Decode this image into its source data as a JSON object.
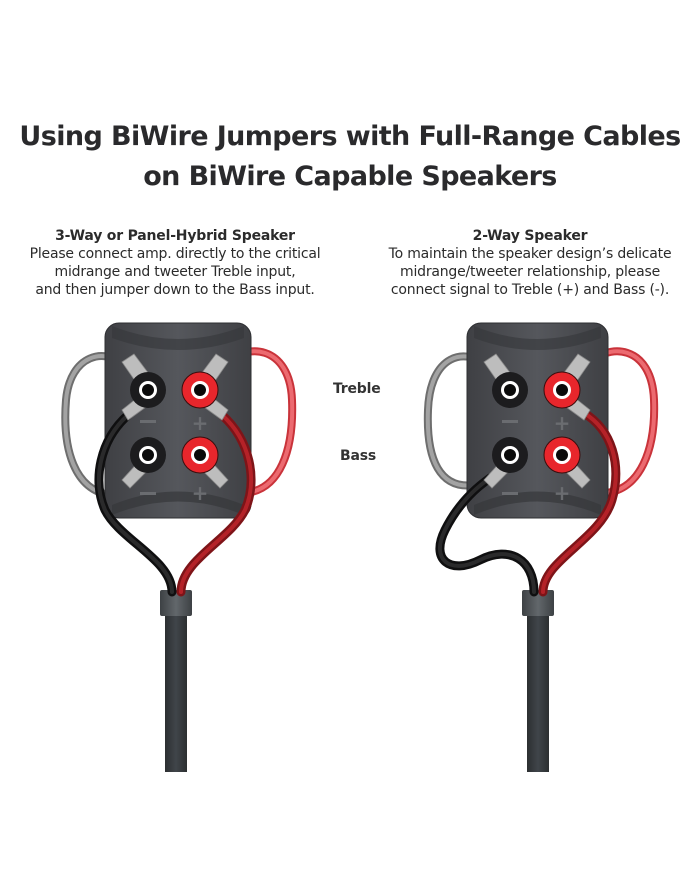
{
  "title": {
    "line1": "Using BiWire Jumpers with Full-Range Cables",
    "line2": "on BiWire Capable Speakers"
  },
  "left_panel": {
    "heading": "3-Way or Panel-Hybrid Speaker",
    "lines": [
      "Please connect amp. directly to the critical",
      "midrange and tweeter Treble input,",
      "and then jumper down to the Bass input."
    ],
    "terminal_labels": {
      "neg_top": "−",
      "pos_top": "+",
      "neg_bottom": "−",
      "pos_bottom": "+"
    }
  },
  "right_panel": {
    "heading": "2-Way Speaker",
    "lines": [
      "To maintain the speaker design’s delicate",
      "midrange/tweeter relationship, please",
      "connect signal to Treble (+) and Bass (-)."
    ],
    "terminal_labels": {
      "neg_top": "−",
      "pos_top": "+",
      "neg_bottom": "−",
      "pos_bottom": "+"
    }
  },
  "row_labels": {
    "treble": "Treble",
    "bass": "Bass"
  },
  "colors": {
    "plate": "#4a4b50",
    "plate_band": "#3a3b3f",
    "red_terminal": "#e8262c",
    "black_terminal": "#1c1c1e",
    "lug": "#b9b9b9",
    "wire_red": "#b81f24",
    "wire_red_jumper": "#e04a50",
    "wire_black": "#1e1e1f",
    "wire_gray": "#8d8d8d",
    "cable_jacket": "#3a3d40",
    "ferrule": "#55595c"
  }
}
